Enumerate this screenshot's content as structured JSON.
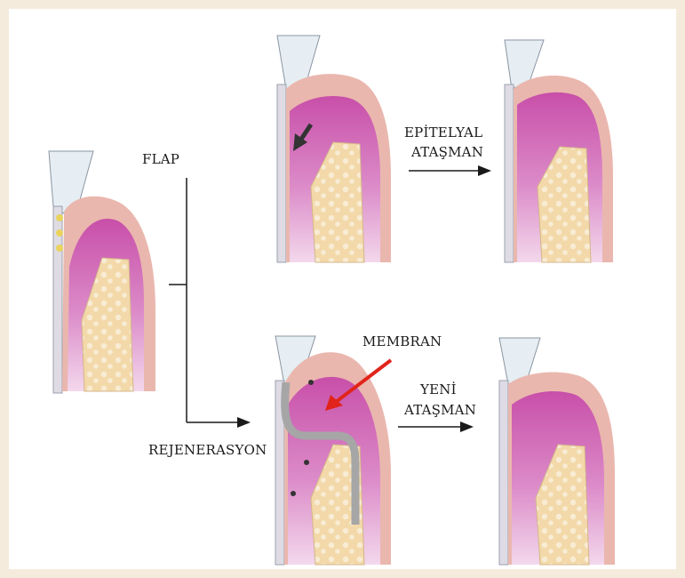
{
  "labels": {
    "flap": "FLAP",
    "epithelial_top": "EPİTELYAL",
    "epithelial_bottom": "ATAŞMAN",
    "membrane": "MEMBRAN",
    "new_top": "YENİ",
    "new_bottom": "ATAŞMAN",
    "regeneration": "REJENERASYON"
  },
  "colors": {
    "frame": "#f4ebdd",
    "gingiva_outer": "#eab7ae",
    "gingiva_inner": "#c84fa9",
    "gingiva_light": "#f3d8ec",
    "bone": "#f3d9a9",
    "bone_pore": "#f8ecd4",
    "tooth": "#dedbe5",
    "enamel": "#e6eef3",
    "membrane": "#a6a6a6",
    "arrow": "#1a1a1a",
    "red_arrow": "#e1241b"
  }
}
